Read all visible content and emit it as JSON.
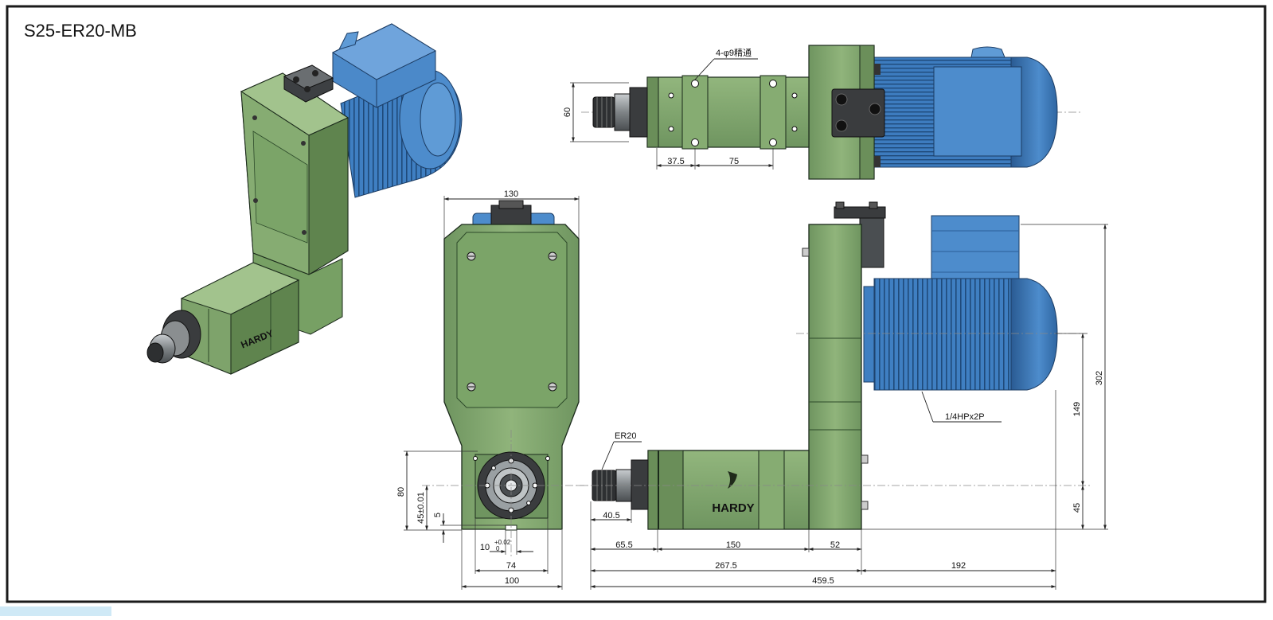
{
  "title": "S25-ER20-MB",
  "brand": "HARDY",
  "colors": {
    "frame": "#1a1a1a",
    "body_green": "#7ea36b",
    "body_green_dark": "#5d7f4c",
    "body_green_light": "#9cbd87",
    "motor_blue": "#3f7fc2",
    "motor_blue_dark": "#2b5e99",
    "motor_blue_light": "#6fa4dc",
    "steel": "#8a8e90",
    "dark_steel": "#3a3c3e",
    "accent_strip": "#9fd3ec"
  },
  "annotations": {
    "holes": "4-φ9精通",
    "collet": "ER20",
    "motor": "1/4HPx2P"
  },
  "dimensions": {
    "top_view": {
      "height": "60",
      "hole_offset": "37.5",
      "hole_pitch": "75"
    },
    "end_view": {
      "width_top": "130",
      "height_center": "80",
      "center_tol": "45±0.01",
      "key_depth": "5",
      "key_width": "10",
      "key_tol_upper": "+0.02",
      "key_tol_lower": "0",
      "bolt_span": "74",
      "width_bottom": "100"
    },
    "side_view": {
      "spindle_len": "40.5",
      "d1": "65.5",
      "d2": "150",
      "d3": "52",
      "d_sub": "267.5",
      "d_motor": "192",
      "d_total": "459.5",
      "h_total": "302",
      "h_upper": "149",
      "h_lower": "45"
    }
  }
}
